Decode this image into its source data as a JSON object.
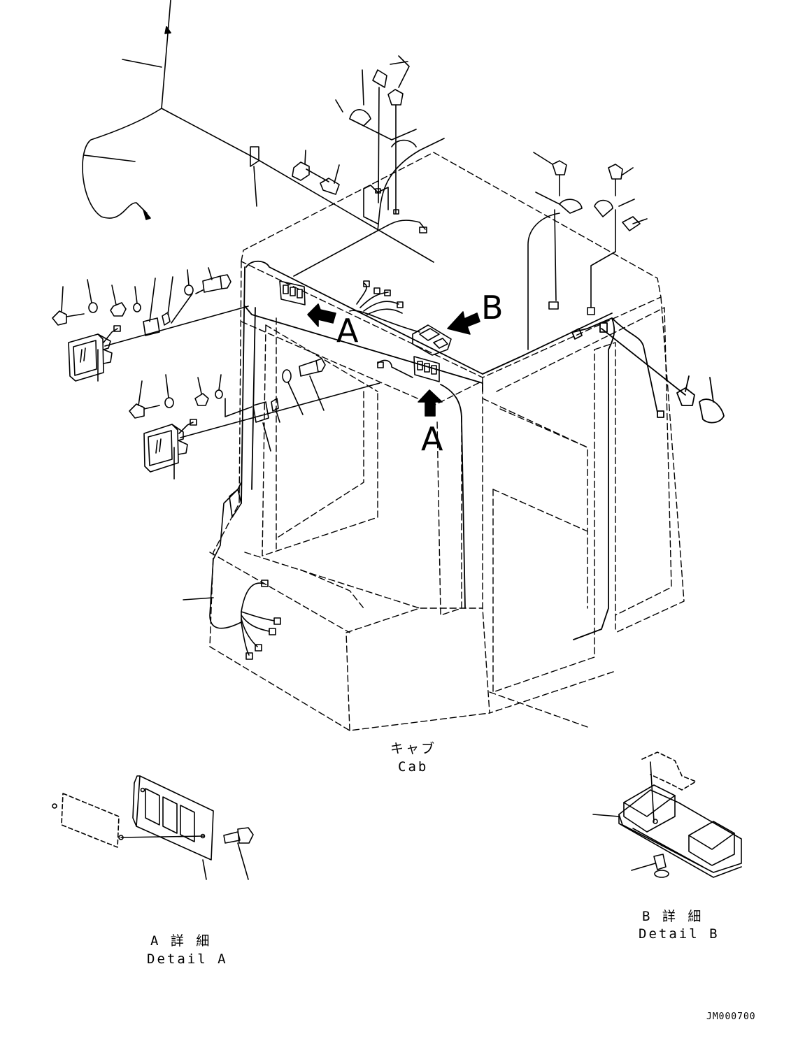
{
  "callouts": {
    "view_a_upper": "A",
    "view_a_lower": "A",
    "view_b": "B"
  },
  "cab_label": {
    "jp": "キャブ",
    "en": "Cab"
  },
  "detail_a": {
    "jp": "A 詳 細",
    "en": "Detail A"
  },
  "detail_b": {
    "jp": "B 詳 細",
    "en": "Detail B"
  },
  "drawing_number": "JM000700",
  "colors": {
    "line": "#000000",
    "background": "#ffffff"
  },
  "icons": [
    "arrow-icon",
    "work-lamp-icon",
    "switch-panel-icon",
    "controller-icon"
  ]
}
